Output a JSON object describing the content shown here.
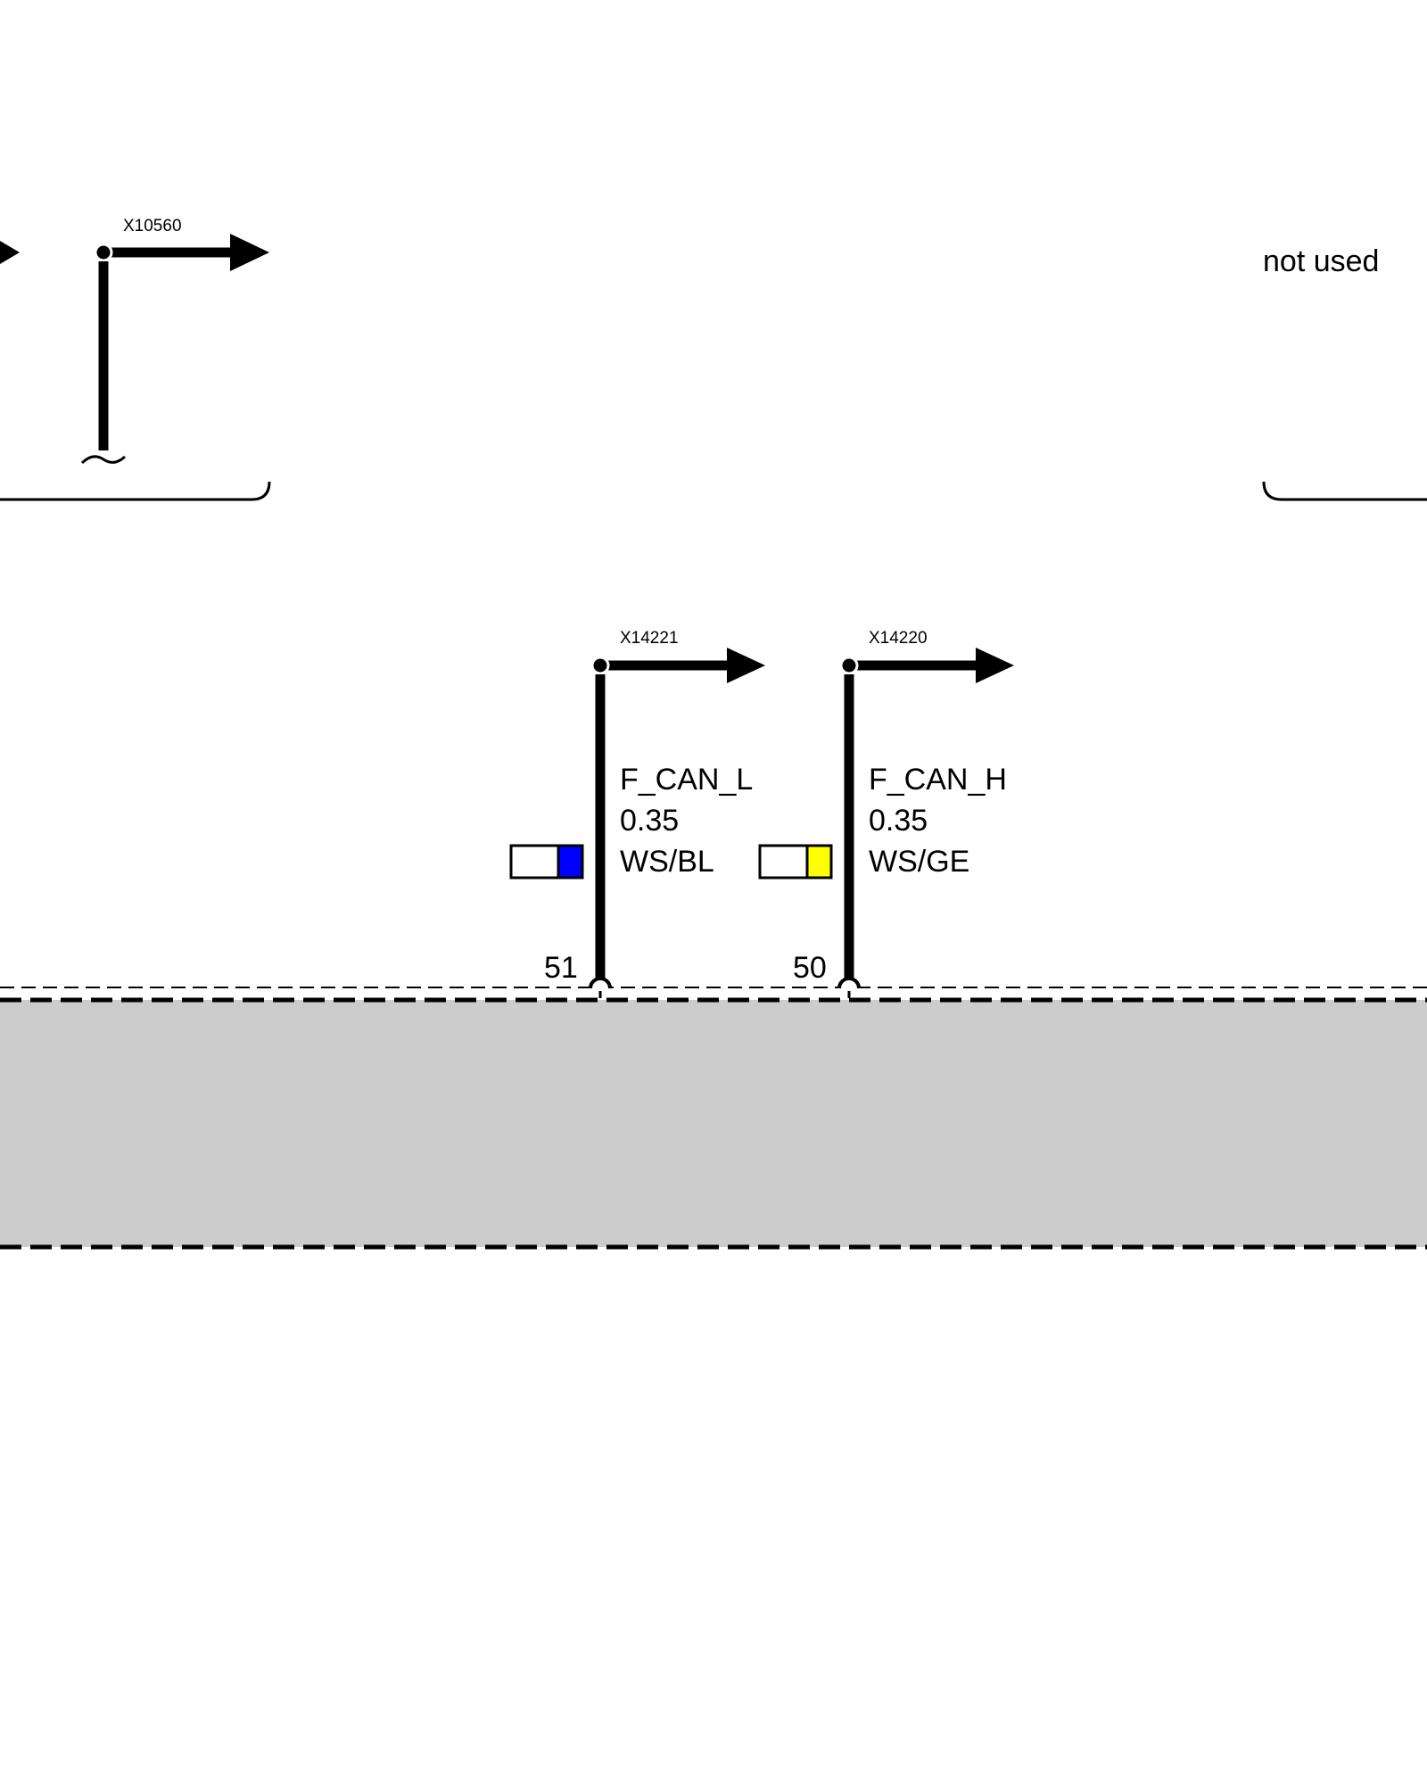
{
  "top_section": {
    "connector_left": {
      "id": "X10560"
    },
    "note": "not used"
  },
  "wires": [
    {
      "connector_id": "X14221",
      "signal": "F_CAN_L",
      "gauge": "0.35",
      "color_code": "WS/BL",
      "pin": "51",
      "base_color": "#ffffff",
      "stripe_color": "#0000ff"
    },
    {
      "connector_id": "X14220",
      "signal": "F_CAN_H",
      "gauge": "0.35",
      "color_code": "WS/GE",
      "pin": "50",
      "base_color": "#ffffff",
      "stripe_color": "#ffff00"
    }
  ],
  "module": {
    "fill_color": "#cccccc"
  }
}
